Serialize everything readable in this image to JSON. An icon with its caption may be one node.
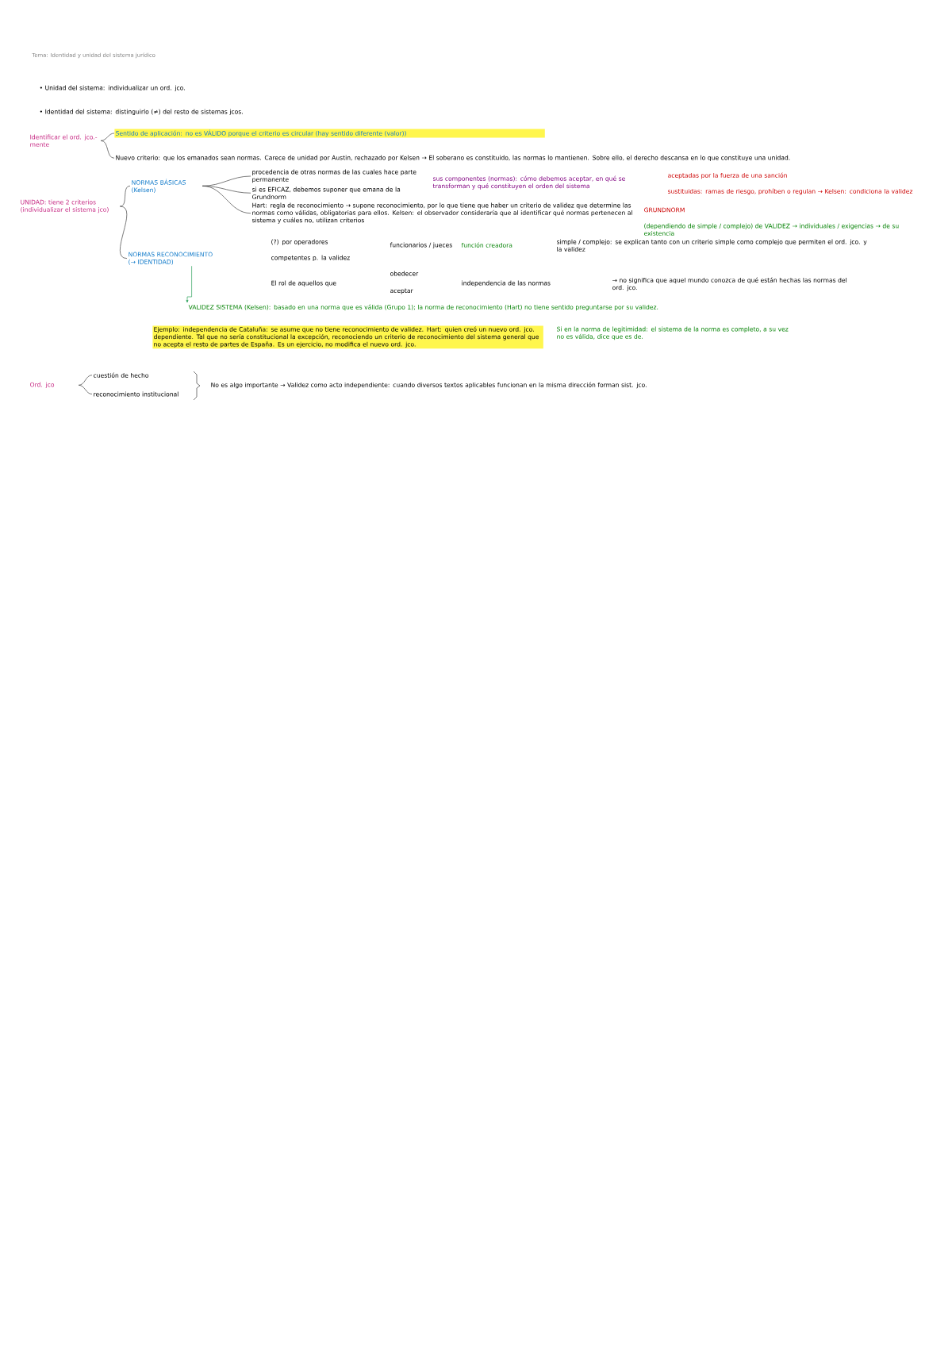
{
  "diagram": {
    "title": "Tema: Identidad y unidad del sistema jurídico",
    "nodes": [
      {
        "text": [
          "Identificar el ord. jco.-mente"
        ]
      },
      {
        "text": [
          "Sentido de aplicación: no es VÁLIDO porque el criterio es circular (hay sentido diferente (valor))"
        ]
      },
      {
        "text": [
          "Nuevo criterio: que los emanados sean normas. Carece de unidad por Austin, rechazado por Kelsen → El soberano es constituido, las normas lo mantienen. Sobre ello, el derecho descansa en lo que constituye una unidad."
        ]
      },
      {
        "text": [
          "UNIDAD: tiene 2 criterios",
          "(individualizar el sistema jco)"
        ]
      },
      {
        "text": [
          "NORMAS BÁSICAS",
          "(Kelsen)"
        ]
      },
      {
        "text": [
          "procedencia de otras normas de las cuales hace parte permanente"
        ]
      },
      {
        "text": [
          "si es EFICAZ, debemos suponer que emana de la Grundnorm"
        ]
      },
      {
        "text": [
          "Hart: regla de reconocimiento → supone reconocimiento, por lo que tiene que haber un criterio de validez que determine las normas como válidas, obligatorias para ellos. Kelsen: el observador consideraría que al identificar qué normas pertenecen al sistema y cuáles no, utilizan criterios"
        ]
      },
      {
        "text": [
          "NORMAS RECONOCIMIENTO",
          "(→ IDENTIDAD)"
        ]
      },
      {
        "text": [
          "VALIDEZ SISTEMA (Kelsen): basado en una norma que es válida (Grupo 1); la norma de reconocimiento (Hart) no tiene sentido preguntarse por su validez."
        ]
      },
      {
        "text": [
          "Ord. jco"
        ]
      },
      {
        "text": [
          "cuestión de hecho"
        ]
      },
      {
        "text": [
          "reconocimiento institucional"
        ]
      },
      {
        "text": [
          "No es algo importante → Validez como acto independiente: cuando diversos textos aplicables funcionan en la misma dirección forman sist. jco."
        ]
      }
    ],
    "edges": [
      {
        "from": 0,
        "to": 1,
        "arrow": "none"
      },
      {
        "from": 0,
        "to": 2,
        "arrow": "none"
      },
      {
        "from": 3,
        "to": 4,
        "arrow": "none"
      },
      {
        "from": 3,
        "to": 8,
        "arrow": "none"
      },
      {
        "from": 4,
        "to": 5,
        "arrow": "none"
      },
      {
        "from": 4,
        "to": 6,
        "arrow": "none"
      },
      {
        "from": 4,
        "to": 7,
        "arrow": "none"
      },
      {
        "from": 8,
        "to": 9,
        "arrow": "to",
        "color": "#2ca05a"
      },
      {
        "from": 10,
        "to": 11,
        "arrow": "none"
      },
      {
        "from": 10,
        "to": 12,
        "arrow": "none"
      }
    ],
    "labels": [
      "• Unidad del sistema: individualizar un ord. jco.",
      "• Identidad del sistema: distinguirlo (≠) del resto de sistemas jcos.",
      "sus componentes (normas): cómo debemos aceptar, en qué se transforman y qué constituyen el orden del sistema",
      "aceptadas por la fuerza de una sanción",
      "sustituidas: ramas de riesgo, prohíben o regulan → Kelsen: condiciona la validez",
      "GRUNDNORM",
      "(dependiendo de simple / complejo) de VALIDEZ → individuales / exigencias → de su existencia",
      "(?) por operadores",
      "competentes p. la validez",
      "funcionarios / jueces",
      "función creadora",
      "simple / complejo: se explican tanto con un criterio simple como complejo que permiten el ord. jco. y la validez",
      "El rol de aquellos que",
      "obedecer",
      "aceptar",
      "independencia de las normas",
      "→ no significa que aquel mundo conozca de qué están hechas las normas del ord. jco.",
      "Ejemplo: independencia de Cataluña: se asume que no tiene reconocimiento de validez. Hart: quien creó un nuevo ord. jco. dependiente. Tal que no sería constitucional la excepción, reconociendo un criterio de reconocimiento del sistema general que no acepta el resto de partes de España. Es un ejercicio, no modifica el nuevo ord. jco.",
      "Si en la norma de legitimidad: el sistema de la norma es completo, a su vez no es válida, dice que es de."
    ]
  }
}
